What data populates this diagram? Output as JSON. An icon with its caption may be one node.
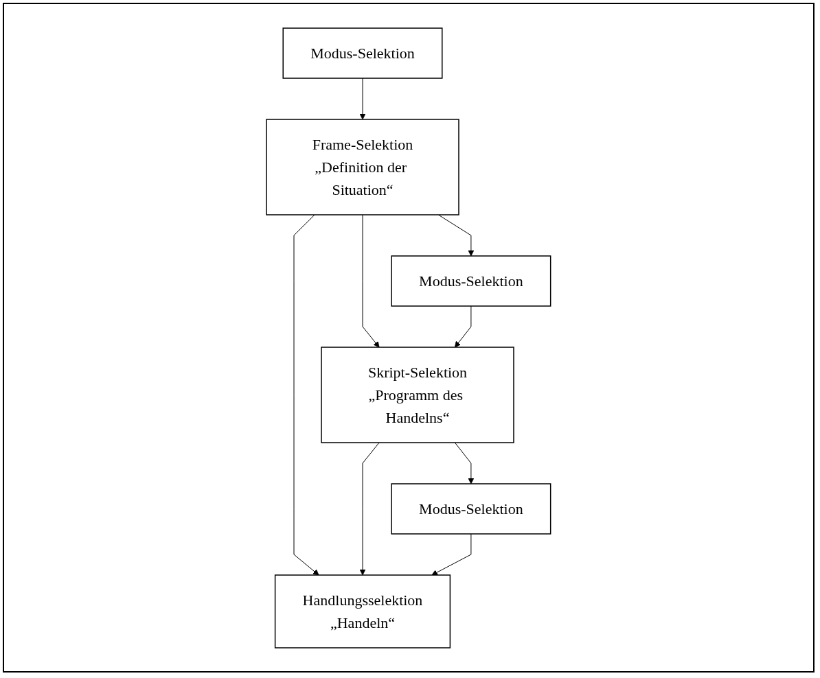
{
  "diagram": {
    "nodes": [
      {
        "text": [
          "Modus-Selektion"
        ]
      },
      {
        "text": [
          "Frame-Selektion",
          "„Definition der Situation“"
        ]
      },
      {
        "text": [
          "Modus-Selektion"
        ]
      },
      {
        "text": [
          "Skript-Selektion",
          "„Programm des Handelns“"
        ]
      },
      {
        "text": [
          "Modus-Selektion"
        ]
      },
      {
        "text": [
          "Handlungsselektion",
          "„Handeln“"
        ]
      }
    ],
    "edges": [
      {
        "from": 0,
        "to": 1,
        "arrow": "to"
      },
      {
        "from": 1,
        "to": 2,
        "arrow": "to"
      },
      {
        "from": 1,
        "to": 3,
        "arrow": "to"
      },
      {
        "from": 1,
        "to": 5,
        "arrow": "to"
      },
      {
        "from": 2,
        "to": 3,
        "arrow": "to"
      },
      {
        "from": 3,
        "to": 4,
        "arrow": "to"
      },
      {
        "from": 3,
        "to": 5,
        "arrow": "to"
      },
      {
        "from": 4,
        "to": 5,
        "arrow": "to"
      }
    ]
  }
}
